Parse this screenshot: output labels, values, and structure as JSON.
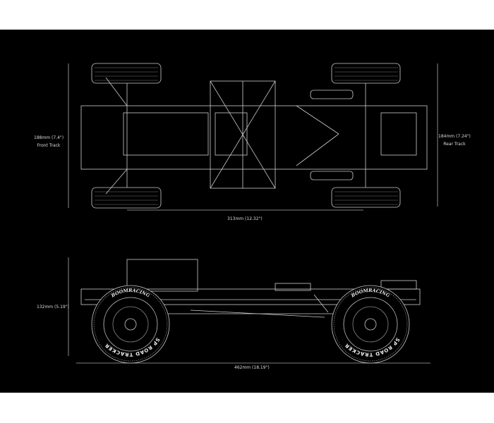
{
  "top_view": {
    "front_track": {
      "measure": "188mm (7.4\")",
      "caption": "Front Track"
    },
    "rear_track": {
      "measure": "184mm (7.24\")",
      "caption": "Rear Track"
    },
    "wheelbase": "313mm (12.32\")"
  },
  "side_view": {
    "height": "132mm (5.19\")",
    "length": "462mm (18.19\")",
    "tire_text": "SP ROAD TRACKER",
    "brand": "BOOMRACING"
  }
}
